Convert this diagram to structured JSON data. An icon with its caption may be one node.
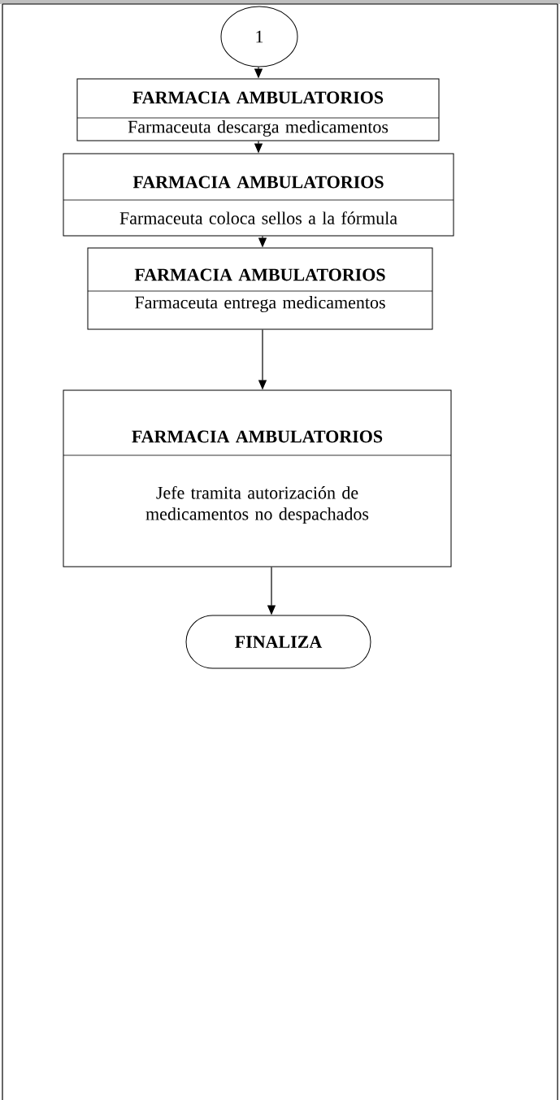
{
  "diagram": {
    "nodes": [
      {
        "text": [
          "1"
        ]
      },
      {
        "text": [
          "FARMACIA AMBULATORIOS",
          "Farmaceuta descarga medicamentos"
        ]
      },
      {
        "text": [
          "FARMACIA AMBULATORIOS",
          "Farmaceuta coloca sellos a la fórmula"
        ]
      },
      {
        "text": [
          "FARMACIA AMBULATORIOS",
          "Farmaceuta entrega medicamentos"
        ]
      },
      {
        "text": [
          "FARMACIA AMBULATORIOS",
          "Jefe tramita autorización de medicamentos no despachados"
        ]
      },
      {
        "text": [
          "FINALIZA"
        ]
      }
    ],
    "edges": [
      {
        "from": 0,
        "to": 1,
        "arrow": "to"
      },
      {
        "from": 1,
        "to": 2,
        "arrow": "to"
      },
      {
        "from": 2,
        "to": 3,
        "arrow": "to"
      },
      {
        "from": 3,
        "to": 4,
        "arrow": "to"
      },
      {
        "from": 4,
        "to": 5,
        "arrow": "to"
      }
    ]
  }
}
